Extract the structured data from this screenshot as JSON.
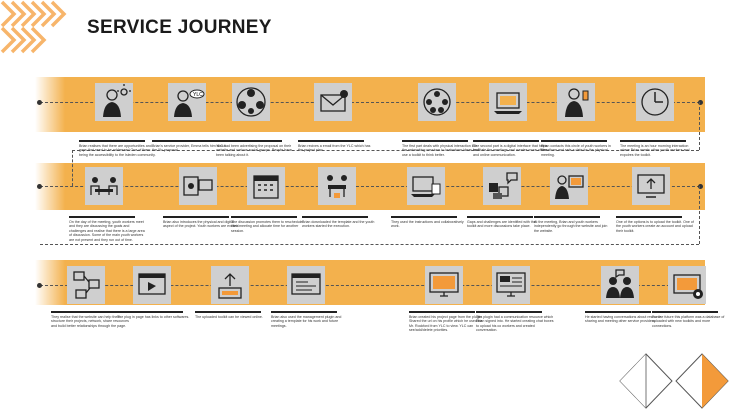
{
  "header": {
    "title": "SERVICE JOURNEY"
  },
  "colors": {
    "band": "#f3b14d",
    "accent": "#f39a3a",
    "node_bg": "#cfcfcf"
  },
  "rows": [
    {
      "steps": [
        {
          "icon": "person-idea-icon",
          "caption": "Brian realises that there are opportunities and gaps that need to be addressed One of them being the accessibility to the Isleden community."
        },
        {
          "icon": "person-ylc-icon",
          "caption": "Brian's service provider, Emma tells him about the Ylc proposal."
        },
        {
          "icon": "group-icon",
          "caption": "YLC had been advertising the proposal on their website and various social groups. People have been talking about it."
        },
        {
          "icon": "email-icon",
          "caption": "Brian recives a email from the YLC which has the project plan."
        },
        {
          "icon": "meeting-icon",
          "caption": "The first part deals with physical interaction like the networking sessions to brainstorm ideas and use a toolkit to think better."
        },
        {
          "icon": "laptop-icon",
          "caption": "The second part is a digital interface that helps facilitate the meetings and creates more offline and online communication."
        },
        {
          "icon": "person-phone-icon",
          "caption": "Brian contacts this circle of youth workers in streatham and sets a date for the physical meeting."
        },
        {
          "icon": "clock-icon",
          "caption": "The meeting is an hour morning interaction where Brian meets other youth workers and expolres the toolkit."
        }
      ]
    },
    {
      "steps": [
        {
          "icon": "discussion-icon",
          "caption": "On the day of the meeting, youth workers meet and they are discussing the goals and challenges and realise that there is a large area of discussion. Some of the main youth workers are not present and they run out of time."
        },
        {
          "icon": "devices-icon",
          "caption": "Brian also introduces the physical and digital aspect of the project. Youth workers are excited."
        },
        {
          "icon": "calendar-icon",
          "caption": "The discussion promotes them to reschedule their meeting and allocate time for another session."
        },
        {
          "icon": "workshop-icon",
          "caption": "Brian downloaded the template and the youth workers started the execution."
        },
        {
          "icon": "laptop-print-icon",
          "caption": "They used the instructions and collaboratively work."
        },
        {
          "icon": "blocks-chat-icon",
          "caption": "Gaps and challenges are identified with the toolkit and more discussions take place."
        },
        {
          "icon": "person-screen-icon",
          "caption": "At the meeting, Brian and youth workers independently go through the website and join the website."
        },
        {
          "icon": "upload-screen-icon",
          "caption": "One of the options is to upload the toolkit. One of the youth workers create an account and upload their toolkit."
        }
      ]
    },
    {
      "steps": [
        {
          "icon": "network-icon",
          "caption": "They realise that the website can help them structure their projects, network, share resources and build better relationships through the page."
        },
        {
          "icon": "browser-icon",
          "caption": "The plug in page has links to other softwares."
        },
        {
          "icon": "upload-icon",
          "caption": "The uploaded toolkit can be viewed online."
        },
        {
          "icon": "webpage-icon",
          "caption": "Brian also used the management plugin and creating a template for his work and future meetings."
        },
        {
          "icon": "monitor-icon",
          "caption": "Brian created his project page from the plugin. Shared the url on his profile which he used for Mr. Rockford from YLC to view. YLC can see/add/delete priorities."
        },
        {
          "icon": "monitor-plugin-icon",
          "caption": "The plugin had a communication resource which Brian signed into. He started creating chat boxes to upload his co workers and created conversation."
        },
        {
          "icon": "people-chat-icon",
          "caption": "He started having conversations about resource sharing and meeting other service providers."
        },
        {
          "icon": "database-icon",
          "caption": "For the future this platform was a database of uploaded with new toolkits and more connections."
        }
      ]
    }
  ]
}
